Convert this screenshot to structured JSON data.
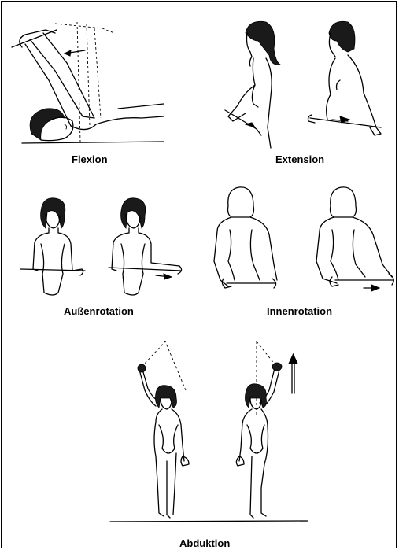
{
  "exercises": [
    {
      "label": "Flexion"
    },
    {
      "label": "Extension"
    },
    {
      "label": "Außenrotation"
    },
    {
      "label": "Innenrotation"
    },
    {
      "label": "Abduktion"
    }
  ],
  "colors": {
    "ink": "#000000",
    "background": "#ffffff"
  }
}
